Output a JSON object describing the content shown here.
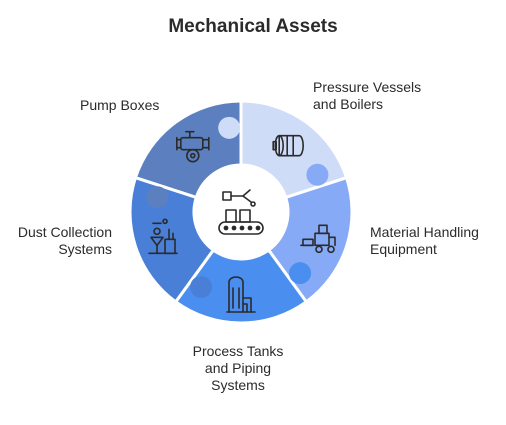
{
  "title": "Mechanical Assets",
  "center": {
    "icon": "conveyor-robot-icon"
  },
  "segments": [
    {
      "id": "pump",
      "lines": [
        "Pump Boxes"
      ],
      "color": "#5b7fbf",
      "icon": "pump-icon"
    },
    {
      "id": "pressure",
      "lines": [
        "Pressure Vessels",
        "and Boilers"
      ],
      "color": "#cfdcf7",
      "icon": "boiler-icon"
    },
    {
      "id": "material",
      "lines": [
        "Material Handling",
        "Equipment"
      ],
      "color": "#86aaf6",
      "icon": "forklift-icon"
    },
    {
      "id": "tanks",
      "lines": [
        "Process Tanks",
        "and Piping",
        "Systems"
      ],
      "color": "#4a8ef0",
      "icon": "tank-pipe-icon"
    },
    {
      "id": "dust",
      "lines": [
        "Dust Collection",
        "Systems"
      ],
      "color": "#4a7fd8",
      "icon": "dust-collector-icon"
    }
  ],
  "colors": {
    "stroke": "#ffffff",
    "icon": "#2b2b2b",
    "text": "#2b2b2b",
    "hub": "#ffffff"
  }
}
